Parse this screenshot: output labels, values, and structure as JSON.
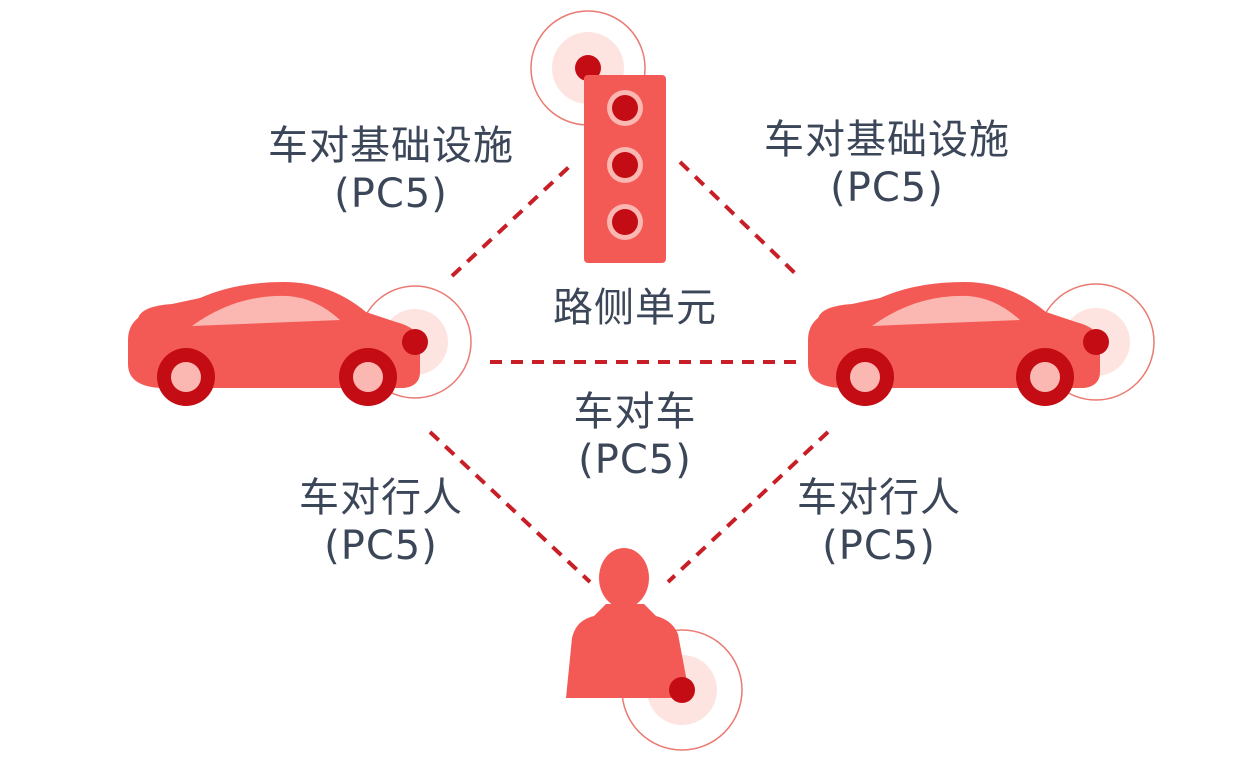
{
  "colors": {
    "body_red": "#f45a55",
    "light_red": "#fbb7b1",
    "dark_red": "#c40c14",
    "pale_ring": "#fde4e1",
    "ring_stroke": "#ea7a72",
    "link_dash": "#c81e26",
    "label_text": "#3b4658"
  },
  "icons": {
    "traffic_light": "traffic-light-icon",
    "car_left": "car-icon",
    "car_right": "car-icon",
    "pedestrian": "person-icon",
    "signal": "signal-ring-icon"
  },
  "labels": {
    "v2i_left": {
      "title": "车对基础设施",
      "sub": "(PC5)"
    },
    "v2i_right": {
      "title": "车对基础设施",
      "sub": "(PC5)"
    },
    "rsu": {
      "title": "路侧单元"
    },
    "v2v": {
      "title": "车对车",
      "sub": "(PC5)"
    },
    "v2p_left": {
      "title": "车对行人",
      "sub": "(PC5)"
    },
    "v2p_right": {
      "title": "车对行人",
      "sub": "(PC5)"
    }
  }
}
